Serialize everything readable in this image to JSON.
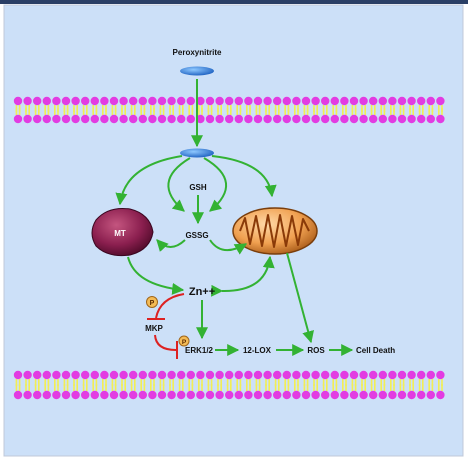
{
  "labels": {
    "peroxynitrite": "Peroxynitrite",
    "gsh": "GSH",
    "gssg": "GSSG",
    "mt": "MT",
    "zn": "Zn++",
    "mkp": "MKP",
    "erk": "ERK1/2",
    "lox": "12-LOX",
    "ros": "ROS",
    "cell_death": "Cell Death",
    "phospho_top": "P",
    "phospho_erk": "P"
  },
  "colors": {
    "background": "#cce0f8",
    "frame": "#2a3f66",
    "arrow": "#33b233",
    "inhibit": "#dd2222",
    "lipid_head": "#e23ce2",
    "lipid_tail": "#f2ee55",
    "receptor": "#2b7de0",
    "mt": "#8b1f4f",
    "mitochondrion": "#e58a35"
  }
}
